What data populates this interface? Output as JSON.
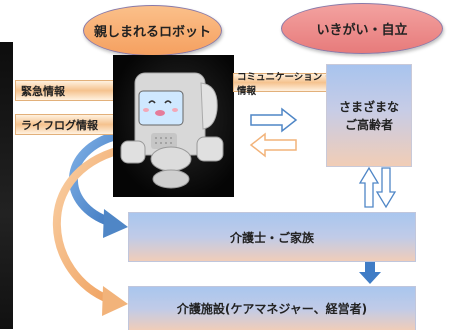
{
  "labels": {
    "robot": "親しまれるロボット",
    "purpose": "いきがい・自立",
    "emergency_info": "緊急情報",
    "lifelog_info": "ライフログ情報",
    "communication_info": "コミュニケーション・情報",
    "elderly_line1": "さまざまな",
    "elderly_line2": "ご高齢者",
    "caregiver_family": "介護士・ご家族",
    "care_facility": "介護施設(ケアマネジャー、経営者)"
  },
  "colors": {
    "robot_ellipse": "#f5a060",
    "purpose_ellipse": "#e77b7b",
    "arrow_blue": "#4f86c6",
    "arrow_orange": "#f2b37a"
  }
}
